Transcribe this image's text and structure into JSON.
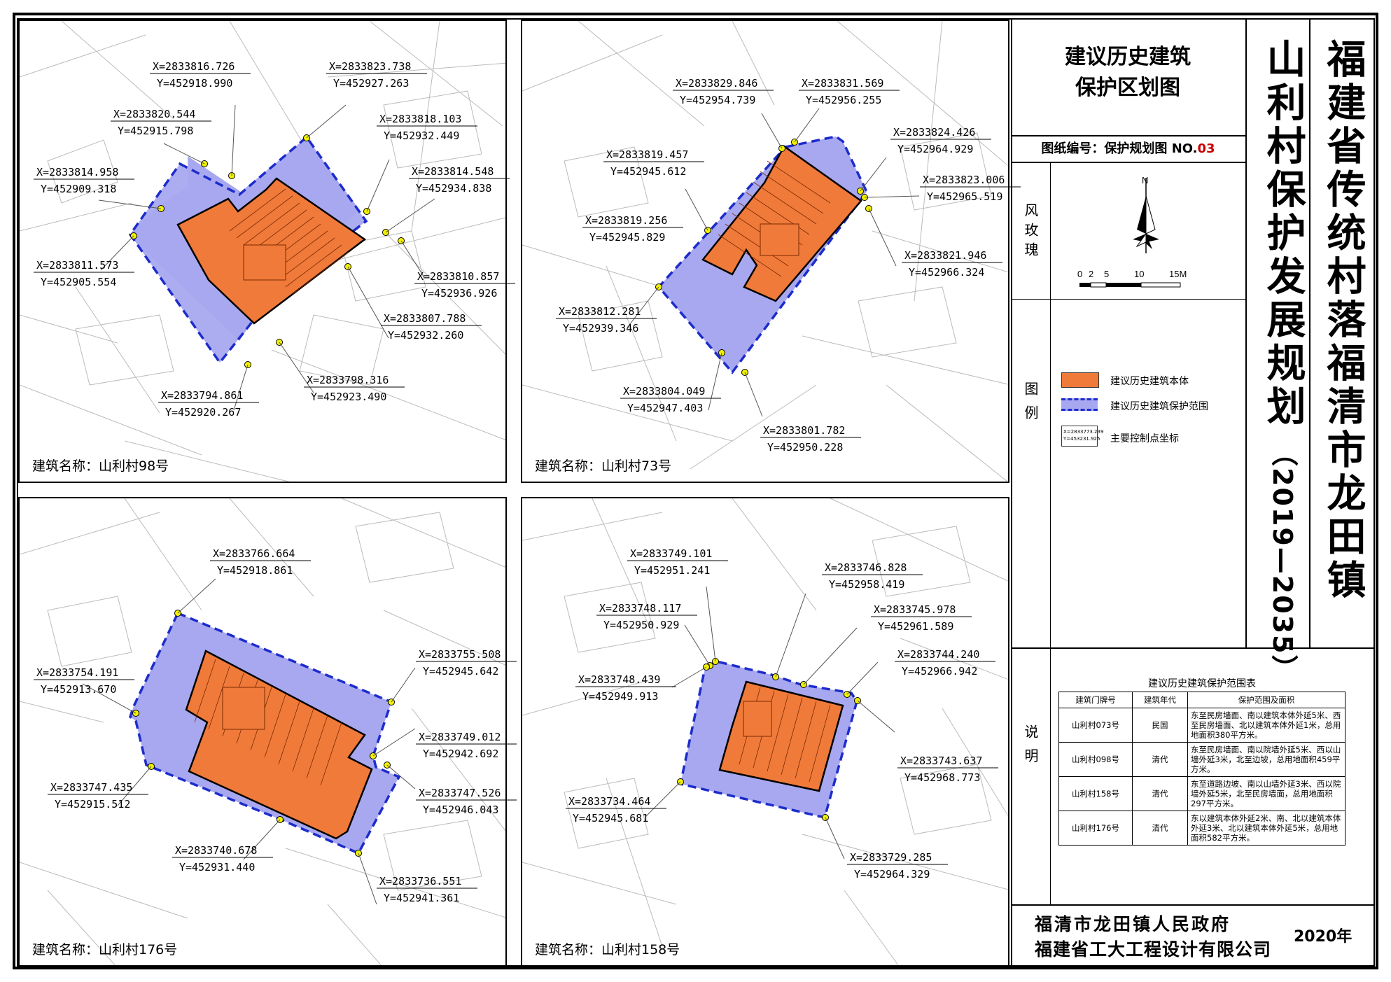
{
  "colors": {
    "building": "#f07a3a",
    "protection_fill": "#a8a8f0",
    "boundary": "#1c2ccc",
    "control_point": "#f2f200"
  },
  "title": {
    "main": "福建省传统村落福清市龙田镇",
    "sub": "山利村保护发展规划",
    "years": "（2019—2035）"
  },
  "plan": {
    "line1": "建议历史建筑",
    "line2": "保护区划图"
  },
  "drawing_no": {
    "label": "图纸编号：保护规划图",
    "no_prefix": "NO.",
    "no_num": "03"
  },
  "sections": {
    "wind": "风玫瑰",
    "legend": "图例",
    "notes": "说明"
  },
  "scale": {
    "labels": [
      "0",
      "2",
      "5",
      "10",
      "15M"
    ]
  },
  "north": "N",
  "legend": {
    "building": "建议历史建筑本体",
    "range": "建议历史建筑保护范围",
    "point": "主要控制点坐标",
    "point_sample_x": "X=2833773.239",
    "point_sample_y": "Y=453231.925"
  },
  "table": {
    "title": "建议历史建筑保护范围表",
    "headers": [
      "建筑门牌号",
      "建筑年代",
      "保护范围及面积"
    ],
    "rows": [
      {
        "no": "山利村073号",
        "era": "民国",
        "desc": "东至民房墙面、南以建筑本体外延5米、西至民房墙面、北以建筑本体外延1米，总用地面积380平方米。"
      },
      {
        "no": "山利村098号",
        "era": "清代",
        "desc": "东至民房墙面、南以院墙外延5米、西以山墙外延3米，北至边坡，总用地面积459平方米。"
      },
      {
        "no": "山利村158号",
        "era": "清代",
        "desc": "东至道路边坡、南以山墙外延3米、西以院墙外延5米，北至民房墙面，总用地面积297平方米。"
      },
      {
        "no": "山利村176号",
        "era": "清代",
        "desc": "东以建筑本体外延2米、南、北以建筑本体外延3米、北以建筑本体外延5米，总用地面积582平方米。"
      }
    ]
  },
  "footer": {
    "gov": "福清市龙田镇人民政府",
    "company": "福建省工大工程设计有限公司",
    "year": "2020年"
  },
  "panels": [
    {
      "name": "建筑名称：山利村98号",
      "coords": [
        [
          "X=2833816.726",
          "Y=452918.990"
        ],
        [
          "X=2833823.738",
          "Y=452927.263"
        ],
        [
          "X=2833820.544",
          "Y=452915.798"
        ],
        [
          "X=2833818.103",
          "Y=452932.449"
        ],
        [
          "X=2833814.958",
          "Y=452909.318"
        ],
        [
          "X=2833814.548",
          "Y=452934.838"
        ],
        [
          "X=2833811.573",
          "Y=452905.554"
        ],
        [
          "X=2833810.857",
          "Y=452936.926"
        ],
        [
          "X=2833807.788",
          "Y=452932.260"
        ],
        [
          "X=2833798.316",
          "Y=452923.490"
        ],
        [
          "X=2833794.861",
          "Y=452920.267"
        ]
      ]
    },
    {
      "name": "建筑名称：山利村73号",
      "coords": [
        [
          "X=2833831.569",
          "Y=452956.255"
        ],
        [
          "X=2833829.846",
          "Y=452954.739"
        ],
        [
          "X=2833824.426",
          "Y=452964.929"
        ],
        [
          "X=2833819.457",
          "Y=452945.612"
        ],
        [
          "X=2833823.006",
          "Y=452965.519"
        ],
        [
          "X=2833819.256",
          "Y=452945.829"
        ],
        [
          "X=2833821.946",
          "Y=452966.324"
        ],
        [
          "X=2833812.281",
          "Y=452939.346"
        ],
        [
          "X=2833804.049",
          "Y=452947.403"
        ],
        [
          "X=2833801.782",
          "Y=452950.228"
        ]
      ]
    },
    {
      "name": "建筑名称：山利村176号",
      "coords": [
        [
          "X=2833766.664",
          "Y=452918.861"
        ],
        [
          "X=2833755.508",
          "Y=452945.642"
        ],
        [
          "X=2833754.191",
          "Y=452913.670"
        ],
        [
          "X=2833749.012",
          "Y=452942.692"
        ],
        [
          "X=2833747.435",
          "Y=452915.512"
        ],
        [
          "X=2833747.526",
          "Y=452946.043"
        ],
        [
          "X=2833740.678",
          "Y=452931.440"
        ],
        [
          "X=2833736.551",
          "Y=452941.361"
        ]
      ]
    },
    {
      "name": "建筑名称：山利村158号",
      "coords": [
        [
          "X=2833749.101",
          "Y=452951.241"
        ],
        [
          "X=2833746.828",
          "Y=452958.419"
        ],
        [
          "X=2833748.117",
          "Y=452950.929"
        ],
        [
          "X=2833745.978",
          "Y=452961.589"
        ],
        [
          "X=2833748.439",
          "Y=452949.913"
        ],
        [
          "X=2833744.240",
          "Y=452966.942"
        ],
        [
          "X=2833743.637",
          "Y=452968.773"
        ],
        [
          "X=2833734.464",
          "Y=452945.681"
        ],
        [
          "X=2833729.285",
          "Y=452964.329"
        ]
      ]
    }
  ]
}
